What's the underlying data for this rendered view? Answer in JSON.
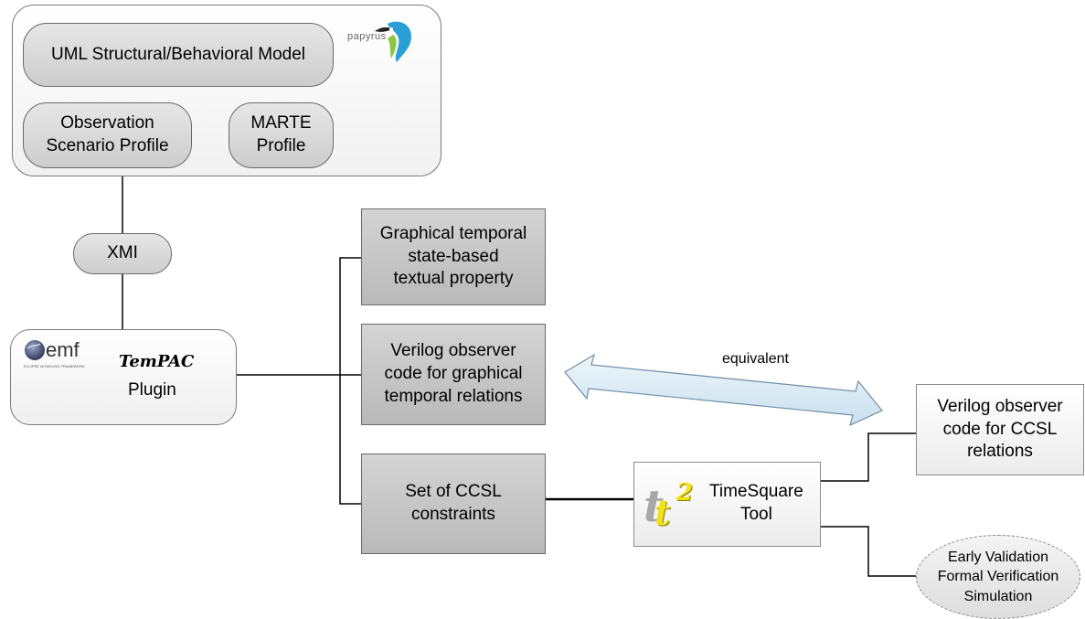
{
  "papyrus": {
    "logo_text": "papyrus",
    "uml_model": "UML Structural/Behavioral Model",
    "observation_profile": "Observation\nScenario Profile",
    "marte_profile": "MARTE\nProfile"
  },
  "xmi": "XMI",
  "tempac": {
    "emf_logo": "emf",
    "emf_subtitle": "ECLIPSE MODELING FRAMEWORK",
    "name": "TemPAC",
    "plugin": "Plugin"
  },
  "outputs": {
    "graphical_property": "Graphical temporal\nstate-based\ntextual property",
    "verilog_graphical": "Verilog observer\ncode for graphical\ntemporal relations",
    "ccsl_set": "Set of CCSL\nconstraints"
  },
  "timesquare": {
    "logo": "t2",
    "label": "TimeSquare\nTool"
  },
  "verilog_ccsl": "Verilog observer\ncode for CCSL\nrelations",
  "validation": "Early Validation\nFormal Verification\nSimulation",
  "equivalent_label": "equivalent",
  "colors": {
    "box_gray": "#c6c6c6",
    "arrow_fill": "#d6e8f4",
    "arrow_stroke": "#6f8ea6",
    "t2_yellow": "#f2e21c"
  }
}
